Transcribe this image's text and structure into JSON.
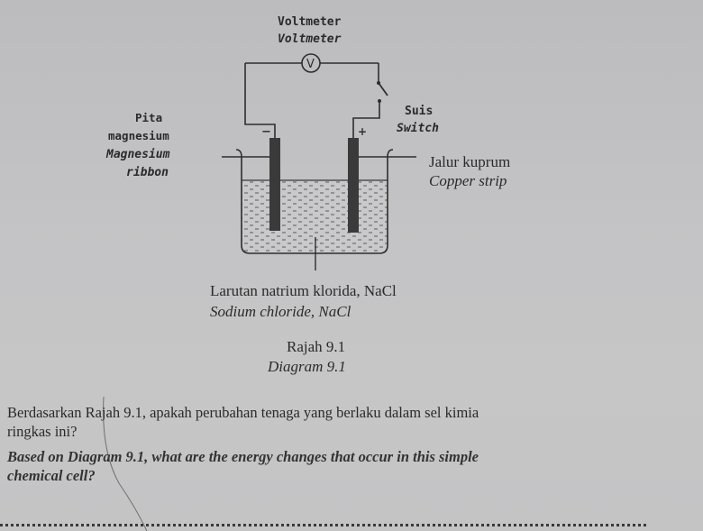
{
  "diagram": {
    "voltmeter": {
      "label_ms": "Voltmeter",
      "label_en": "Voltmeter",
      "symbol": "V"
    },
    "electrodes": {
      "negative": {
        "sign": "−",
        "label_ms_line1": "Pita",
        "label_ms_line2": "magnesium",
        "label_en_line1": "Magnesium",
        "label_en_line2": "ribbon"
      },
      "positive": {
        "sign": "+",
        "label_ms": "Jalur kuprum",
        "label_en": "Copper strip"
      }
    },
    "switch": {
      "label_ms": "Suis",
      "label_en": "Switch"
    },
    "solution": {
      "label_ms": "Larutan natrium klorida, NaCl",
      "label_en": "Sodium chloride, NaCl"
    },
    "caption": {
      "ms": "Rajah 9.1",
      "en": "Diagram 9.1"
    }
  },
  "question": {
    "ms_line1": "Berdasarkan Rajah 9.1, apakah perubahan tenaga yang berlaku dalam sel kimia",
    "ms_line2": "ringkas ini?",
    "en_line1": "Based on Diagram 9.1, what are the energy changes that occur in this simple",
    "en_line2": "chemical cell?"
  },
  "answer": {
    "value": ""
  },
  "colors": {
    "paper": "#c3c3c5",
    "ink": "#2a2a2a",
    "electrode": "#3a3a3a"
  }
}
